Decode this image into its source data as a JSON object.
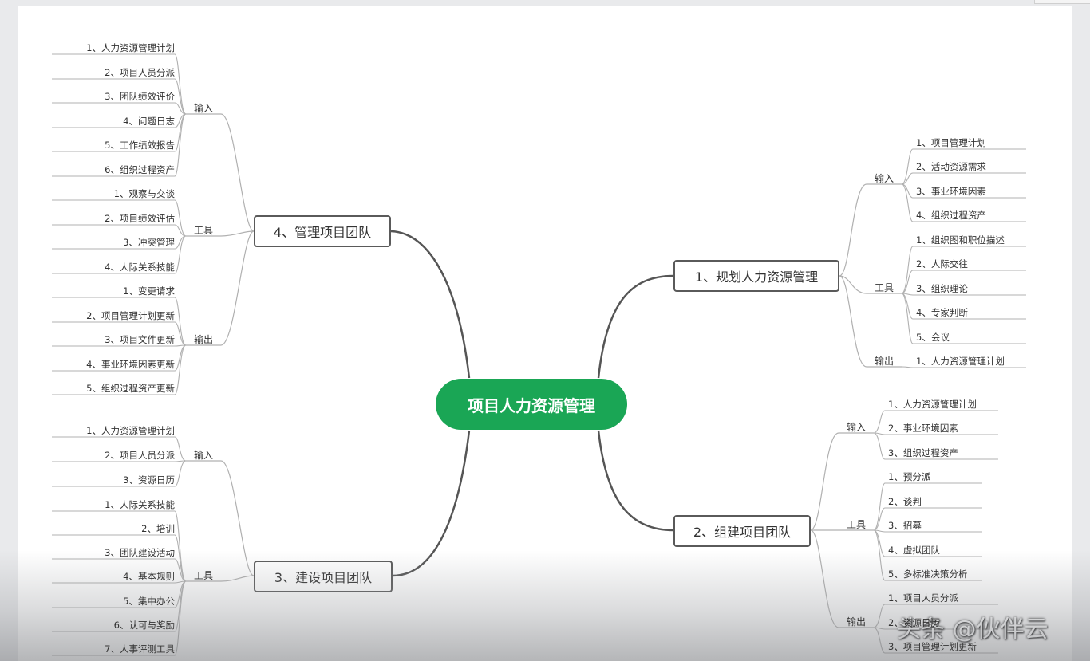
{
  "center": "项目人力资源管理",
  "branches": {
    "b1": {
      "title": "1、规划人力资源管理",
      "inputs_label": "输入",
      "inputs": [
        "1、项目管理计划",
        "2、活动资源需求",
        "3、事业环境因素",
        "4、组织过程资产"
      ],
      "tools_label": "工具",
      "tools": [
        "1、组织图和职位描述",
        "2、人际交往",
        "3、组织理论",
        "4、专家判断",
        "5、会议"
      ],
      "outputs_label": "输出",
      "outputs": [
        "1、人力资源管理计划"
      ]
    },
    "b2": {
      "title": "2、组建项目团队",
      "inputs_label": "输入",
      "inputs": [
        "1、人力资源管理计划",
        "2、事业环境因素",
        "3、组织过程资产"
      ],
      "tools_label": "工具",
      "tools": [
        "1、预分派",
        "2、谈判",
        "3、招募",
        "4、虚拟团队",
        "5、多标准决策分析"
      ],
      "outputs_label": "输出",
      "outputs": [
        "1、项目人员分派",
        "2、资源日历",
        "3、项目管理计划更新"
      ]
    },
    "b3": {
      "title": "3、建设项目团队",
      "inputs_label": "输入",
      "inputs": [
        "1、人力资源管理计划",
        "2、项目人员分派",
        "3、资源日历"
      ],
      "tools_label": "工具",
      "tools": [
        "1、人际关系技能",
        "2、培训",
        "3、团队建设活动",
        "4、基本规则",
        "5、集中办公",
        "6、认可与奖励",
        "7、人事评测工具"
      ]
    },
    "b4": {
      "title": "4、管理项目团队",
      "inputs_label": "输入",
      "inputs": [
        "1、人力资源管理计划",
        "2、项目人员分派",
        "3、团队绩效评价",
        "4、问题日志",
        "5、工作绩效报告",
        "6、组织过程资产"
      ],
      "tools_label": "工具",
      "tools": [
        "1、观察与交谈",
        "2、项目绩效评估",
        "3、冲突管理",
        "4、人际关系技能"
      ],
      "outputs_label": "输出",
      "outputs": [
        "1、变更请求",
        "2、项目管理计划更新",
        "3、项目文件更新",
        "4、事业环境因素更新",
        "5、组织过程资产更新"
      ]
    }
  },
  "watermark": "头条 @伙伴云",
  "colors": {
    "center": "#1aa655",
    "line": "#555555",
    "leaf_line": "#b0b0b0"
  }
}
